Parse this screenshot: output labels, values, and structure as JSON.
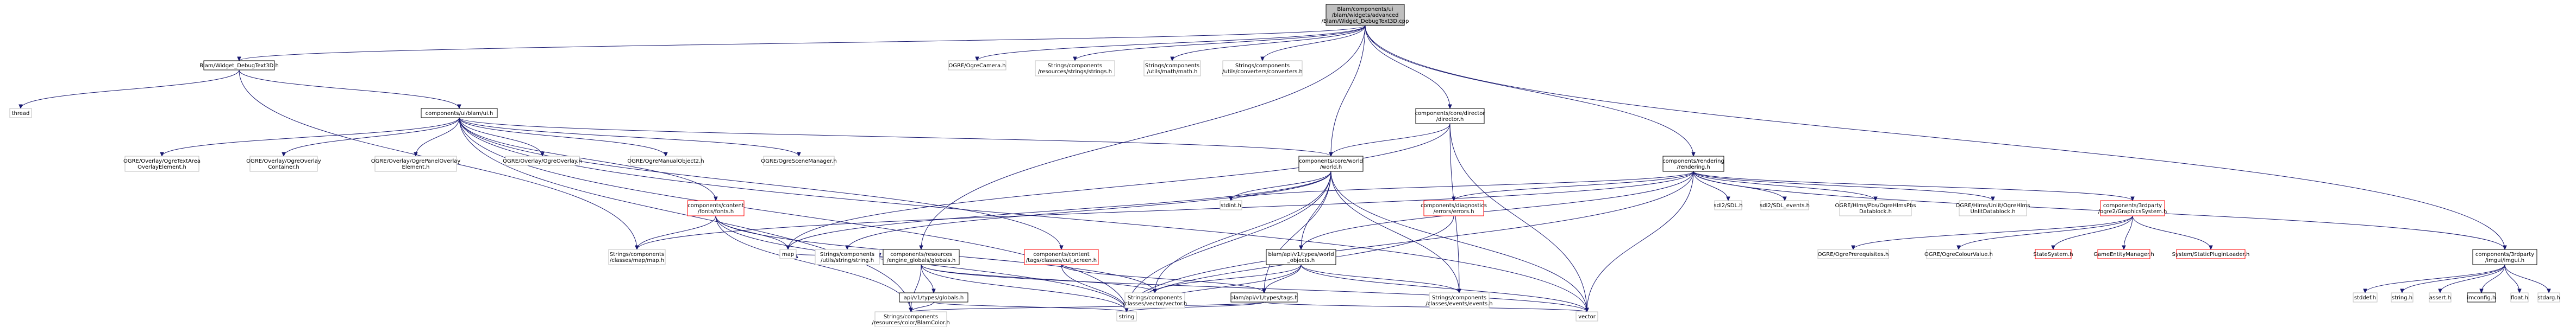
{
  "nodes": [
    {
      "id": "root",
      "lines": [
        "Blam/components/ui",
        "/blam/widgets/advanced",
        "/Blam/Widget_DebugText3D.cpp"
      ],
      "style": "root"
    },
    {
      "id": "wdt3dh",
      "lines": [
        "Blam/Widget_DebugText3D.h"
      ],
      "style": "normal"
    },
    {
      "id": "thread",
      "lines": [
        "thread"
      ],
      "style": "plain"
    },
    {
      "id": "uiblamui",
      "lines": [
        "components/ui/blam/ui.h"
      ],
      "style": "normal"
    },
    {
      "id": "ogrecamera",
      "lines": [
        "OGRE/OgreCamera.h"
      ],
      "style": "plain"
    },
    {
      "id": "strings",
      "lines": [
        "Strings/components",
        "/resources/strings/strings.h"
      ],
      "style": "plain"
    },
    {
      "id": "mathh",
      "lines": [
        "Strings/components",
        "/utils/math/math.h"
      ],
      "style": "plain"
    },
    {
      "id": "converters",
      "lines": [
        "Strings/components",
        "/utils/converters/converters.h"
      ],
      "style": "plain"
    },
    {
      "id": "director",
      "lines": [
        "components/core/director",
        "/director.h"
      ],
      "style": "normal"
    },
    {
      "id": "world",
      "lines": [
        "components/core/world",
        "/world.h"
      ],
      "style": "normal"
    },
    {
      "id": "rendering",
      "lines": [
        "components/rendering",
        "/rendering.h"
      ],
      "style": "normal"
    },
    {
      "id": "imgui",
      "lines": [
        "components/3rdparty",
        "/imgui/imgui.h"
      ],
      "style": "normal"
    },
    {
      "id": "textarea",
      "lines": [
        "OGRE/Overlay/OgreTextArea",
        "OverlayElement.h"
      ],
      "style": "plain"
    },
    {
      "id": "overlaycont",
      "lines": [
        "OGRE/Overlay/OgreOverlay",
        "Container.h"
      ],
      "style": "plain"
    },
    {
      "id": "panelov",
      "lines": [
        "OGRE/Overlay/OgrePanelOverlay",
        "Element.h"
      ],
      "style": "plain"
    },
    {
      "id": "ogreoverlay",
      "lines": [
        "OGRE/Overlay/OgreOverlay.h"
      ],
      "style": "plain"
    },
    {
      "id": "manualobj",
      "lines": [
        "OGRE/OgreManualObject2.h"
      ],
      "style": "plain"
    },
    {
      "id": "scenemgr",
      "lines": [
        "OGRE/OgreSceneManager.h"
      ],
      "style": "plain"
    },
    {
      "id": "fonts",
      "lines": [
        "components/content",
        "/fonts/fonts.h"
      ],
      "style": "red"
    },
    {
      "id": "globals",
      "lines": [
        "components/resources",
        "/engine_globals/globals.h"
      ],
      "style": "normal"
    },
    {
      "id": "cuiscreen",
      "lines": [
        "components/content",
        "/tags/classes/cui_screen.h"
      ],
      "style": "red"
    },
    {
      "id": "stdint",
      "lines": [
        "stdint.h"
      ],
      "style": "plain"
    },
    {
      "id": "objects",
      "lines": [
        "blam/api/v1/types/world",
        "_objects.h"
      ],
      "style": "normal"
    },
    {
      "id": "diagnostics",
      "lines": [
        "components/diagnostics",
        "/errors/errors.h"
      ],
      "style": "red"
    },
    {
      "id": "sdl",
      "lines": [
        "sdl2/SDL.h"
      ],
      "style": "plain"
    },
    {
      "id": "sdlevents",
      "lines": [
        "sdl2/SDL_events.h"
      ],
      "style": "plain"
    },
    {
      "id": "hlmspbs",
      "lines": [
        "OGRE/Hlms/Pbs/OgreHlmsPbs",
        "Datablock.h"
      ],
      "style": "plain"
    },
    {
      "id": "hlmsunlit",
      "lines": [
        "OGRE/Hlms/Unlit/OgreHlms",
        "UnlitDatablock.h"
      ],
      "style": "plain"
    },
    {
      "id": "graphicssys",
      "lines": [
        "components/3rdparty",
        "/ogre2/GraphicsSystem.h"
      ],
      "style": "red"
    },
    {
      "id": "mapstr",
      "lines": [
        "Strings/components",
        "/classes/map/map.h"
      ],
      "style": "plain"
    },
    {
      "id": "map",
      "lines": [
        "map"
      ],
      "style": "plain"
    },
    {
      "id": "stringh",
      "lines": [
        "Strings/components",
        "/utils/string/string.h"
      ],
      "style": "plain"
    },
    {
      "id": "vectorh",
      "lines": [
        "Strings/components",
        "/classes/vector/vector.h"
      ],
      "style": "plain"
    },
    {
      "id": "eventsh",
      "lines": [
        "Strings/components",
        "/classes/events/events.h"
      ],
      "style": "plain"
    },
    {
      "id": "apiglobals",
      "lines": [
        "api/v1/types/globals.h"
      ],
      "style": "normal"
    },
    {
      "id": "tagsh",
      "lines": [
        "blam/api/v1/types/tags.h"
      ],
      "style": "normal"
    },
    {
      "id": "colorh",
      "lines": [
        "Strings/components",
        "/resources/color/BlamColor.h"
      ],
      "style": "plain"
    },
    {
      "id": "string",
      "lines": [
        "string"
      ],
      "style": "plain"
    },
    {
      "id": "vector",
      "lines": [
        "vector"
      ],
      "style": "plain"
    },
    {
      "id": "prereq",
      "lines": [
        "OGRE/OgrePrerequisites.h"
      ],
      "style": "plain"
    },
    {
      "id": "colourval",
      "lines": [
        "OGRE/OgreColourValue.h"
      ],
      "style": "plain"
    },
    {
      "id": "statesys",
      "lines": [
        "StateSystem.h"
      ],
      "style": "red"
    },
    {
      "id": "gameent",
      "lines": [
        "GameEntityManager.h"
      ],
      "style": "red"
    },
    {
      "id": "staticplugin",
      "lines": [
        "System/StaticPluginLoader.h"
      ],
      "style": "red"
    },
    {
      "id": "stddef",
      "lines": [
        "stddef.h"
      ],
      "style": "plain"
    },
    {
      "id": "stringc",
      "lines": [
        "string.h"
      ],
      "style": "plain"
    },
    {
      "id": "assert",
      "lines": [
        "assert.h"
      ],
      "style": "plain"
    },
    {
      "id": "imconfig",
      "lines": [
        "imconfig.h"
      ],
      "style": "normal"
    },
    {
      "id": "float",
      "lines": [
        "float.h"
      ],
      "style": "plain"
    },
    {
      "id": "stdarg",
      "lines": [
        "stdarg.h"
      ],
      "style": "plain"
    }
  ],
  "edges": [
    [
      "root",
      "wdt3dh"
    ],
    [
      "root",
      "ogrecamera"
    ],
    [
      "root",
      "strings"
    ],
    [
      "root",
      "mathh"
    ],
    [
      "root",
      "converters"
    ],
    [
      "root",
      "director"
    ],
    [
      "root",
      "world"
    ],
    [
      "root",
      "rendering"
    ],
    [
      "root",
      "imgui"
    ],
    [
      "root",
      "globals"
    ],
    [
      "wdt3dh",
      "thread"
    ],
    [
      "wdt3dh",
      "uiblamui"
    ],
    [
      "wdt3dh",
      "mapstr"
    ],
    [
      "uiblamui",
      "textarea"
    ],
    [
      "uiblamui",
      "overlaycont"
    ],
    [
      "uiblamui",
      "panelov"
    ],
    [
      "uiblamui",
      "ogreoverlay"
    ],
    [
      "uiblamui",
      "manualobj"
    ],
    [
      "uiblamui",
      "scenemgr"
    ],
    [
      "uiblamui",
      "fonts"
    ],
    [
      "uiblamui",
      "cuiscreen"
    ],
    [
      "uiblamui",
      "world"
    ],
    [
      "uiblamui",
      "vector"
    ],
    [
      "uiblamui",
      "string"
    ],
    [
      "uiblamui",
      "colorh"
    ],
    [
      "director",
      "world"
    ],
    [
      "director",
      "map"
    ],
    [
      "director",
      "eventsh"
    ],
    [
      "director",
      "vector"
    ],
    [
      "world",
      "stdint"
    ],
    [
      "world",
      "objects"
    ],
    [
      "world",
      "map"
    ],
    [
      "world",
      "vectorh"
    ],
    [
      "world",
      "eventsh"
    ],
    [
      "world",
      "tagsh"
    ],
    [
      "world",
      "stringh"
    ],
    [
      "world",
      "vector"
    ],
    [
      "world",
      "string"
    ],
    [
      "rendering",
      "stdint"
    ],
    [
      "rendering",
      "objects"
    ],
    [
      "rendering",
      "diagnostics"
    ],
    [
      "rendering",
      "sdl"
    ],
    [
      "rendering",
      "sdlevents"
    ],
    [
      "rendering",
      "hlmspbs"
    ],
    [
      "rendering",
      "hlmsunlit"
    ],
    [
      "rendering",
      "graphicssys"
    ],
    [
      "rendering",
      "mapstr"
    ],
    [
      "rendering",
      "string"
    ],
    [
      "rendering",
      "vector"
    ],
    [
      "rendering",
      "imgui"
    ],
    [
      "fonts",
      "mapstr"
    ],
    [
      "fonts",
      "map"
    ],
    [
      "fonts",
      "vectorh"
    ],
    [
      "fonts",
      "colorh"
    ],
    [
      "fonts",
      "string"
    ],
    [
      "globals",
      "apiglobals"
    ],
    [
      "globals",
      "stringh"
    ],
    [
      "globals",
      "vectorh"
    ],
    [
      "globals",
      "colorh"
    ],
    [
      "globals",
      "string"
    ],
    [
      "globals",
      "map"
    ],
    [
      "globals",
      "vector"
    ],
    [
      "cuiscreen",
      "tagsh"
    ],
    [
      "cuiscreen",
      "string"
    ],
    [
      "objects",
      "tagsh"
    ],
    [
      "objects",
      "vectorh"
    ],
    [
      "objects",
      "eventsh"
    ],
    [
      "objects",
      "string"
    ],
    [
      "objects",
      "vector"
    ],
    [
      "diagnostics",
      "string"
    ],
    [
      "graphicssys",
      "prereq"
    ],
    [
      "graphicssys",
      "colourval"
    ],
    [
      "graphicssys",
      "statesys"
    ],
    [
      "graphicssys",
      "gameent"
    ],
    [
      "graphicssys",
      "staticplugin"
    ],
    [
      "apiglobals",
      "string"
    ],
    [
      "apiglobals",
      "colorh"
    ],
    [
      "tagsh",
      "string"
    ],
    [
      "tagsh",
      "vector"
    ],
    [
      "tagsh",
      "colorh"
    ],
    [
      "imgui",
      "stddef"
    ],
    [
      "imgui",
      "stringc"
    ],
    [
      "imgui",
      "assert"
    ],
    [
      "imgui",
      "imconfig"
    ],
    [
      "imgui",
      "float"
    ],
    [
      "imgui",
      "stdarg"
    ]
  ],
  "colors": {
    "edge": "#191970",
    "root_fill": "#bfbfbf",
    "border": "#000000",
    "red_border": "#ff0000",
    "plain_border": "#bfbfbf"
  }
}
